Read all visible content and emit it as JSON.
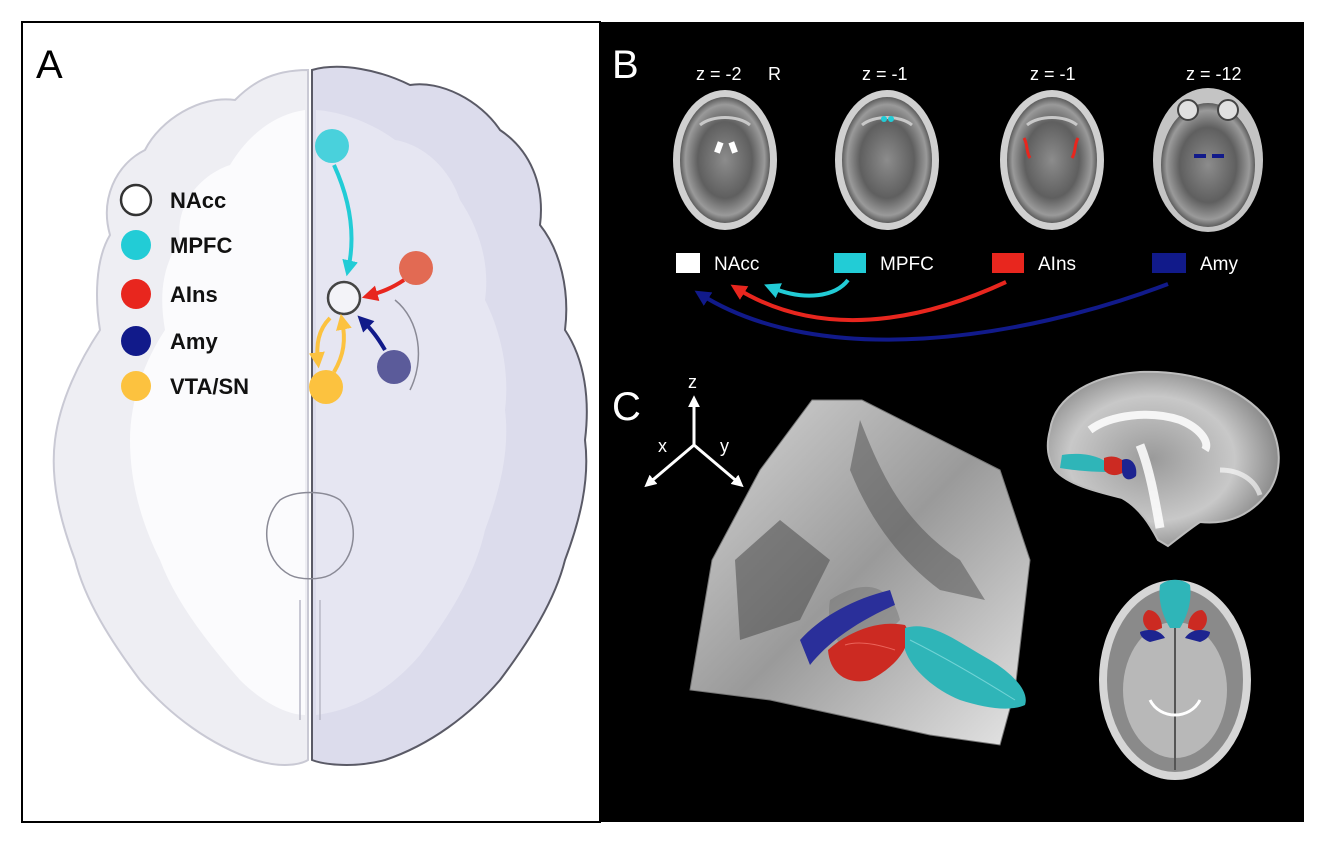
{
  "panels": {
    "a": {
      "letter": "A"
    },
    "b": {
      "letter": "B"
    },
    "c": {
      "letter": "C"
    }
  },
  "legend": [
    {
      "label": "NAcc",
      "fill": "#ffffff",
      "stroke": "#333333"
    },
    {
      "label": "MPFC",
      "fill": "#22ccd6",
      "stroke": "none"
    },
    {
      "label": "AIns",
      "fill": "#e8261e",
      "stroke": "none"
    },
    {
      "label": "Amy",
      "fill": "#111a8a",
      "stroke": "none"
    },
    {
      "label": "VTA/SN",
      "fill": "#fcc23f",
      "stroke": "none"
    }
  ],
  "slices": [
    {
      "z": "z = -2",
      "side": "R"
    },
    {
      "z": "z = -1"
    },
    {
      "z": "z = -1"
    },
    {
      "z": "z = -12"
    }
  ],
  "rois": [
    {
      "label": "NAcc",
      "color": "#ffffff"
    },
    {
      "label": "MPFC",
      "color": "#22ccd6"
    },
    {
      "label": "AIns",
      "color": "#e8261e"
    },
    {
      "label": "Amy",
      "color": "#111a8a"
    }
  ],
  "axes": {
    "z": "z",
    "x": "x",
    "y": "y"
  },
  "colors": {
    "panel_a_bg": "#ffffff",
    "panel_bc_bg": "#000000",
    "brain_left": "#eeeef3",
    "brain_right": "#dcdcec",
    "cyan": "#22ccd6",
    "red": "#e8261e",
    "navy": "#111a8a",
    "yellow": "#fcc23f",
    "salmon": "#e26a53",
    "slate": "#5b5b9a"
  }
}
